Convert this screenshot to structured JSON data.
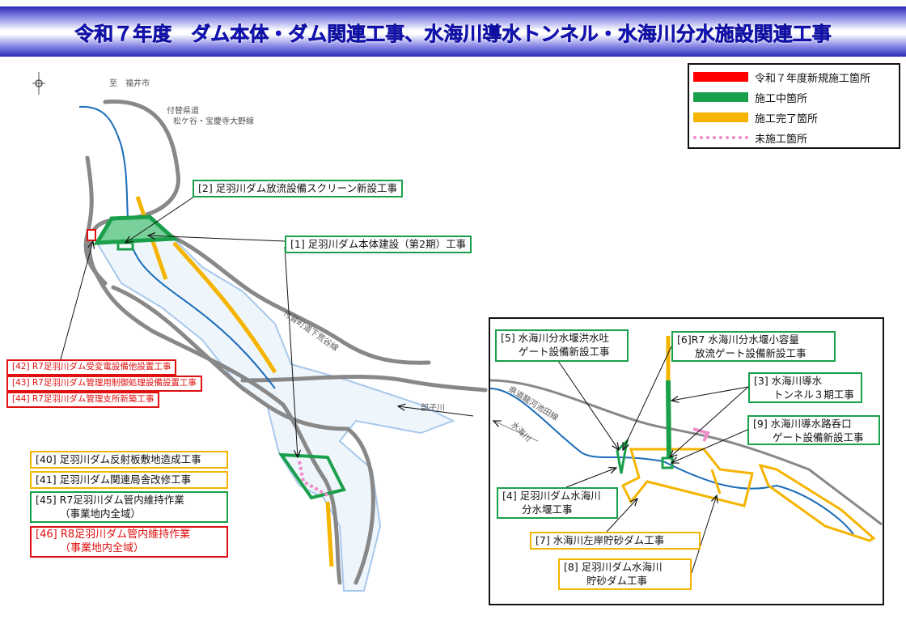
{
  "header": {
    "title": "令和７年度　ダム本体・ダム関連工事、水海川導水トンネル・水海川分水施設関連工事"
  },
  "legend": {
    "items": [
      {
        "label": "令和７年度新規施工箇所",
        "color": "#ff0000",
        "style": "solid"
      },
      {
        "label": "施工中箇所",
        "color": "#1aa04a",
        "style": "solid"
      },
      {
        "label": "施工完了箇所",
        "color": "#f4b400",
        "style": "solid"
      },
      {
        "label": "未施工箇所",
        "color": "#f08cc8",
        "style": "dotted"
      }
    ]
  },
  "map": {
    "north_icon": "compass-icon",
    "to_city": "至　福井市",
    "road_1_line1": "付替県道",
    "road_1_line2": "松ケ谷・宝慶寺大野線",
    "road_2": "付替町道下荒谷線",
    "river_1": "部子川"
  },
  "labels": {
    "l1": "[1] 足羽川ダム本体建設（第2期）工事",
    "l2": "[2] 足羽川ダム放流設備スクリーン新設工事",
    "l42": "[42] R7足羽川ダム受変電設備他設置工事",
    "l43": "[43] R7足羽川ダム管理用制御処理設備設置工事",
    "l44": "[44] R7足羽川ダム管理支所新築工事",
    "l40": "[40] 足羽川ダム反射板敷地造成工事",
    "l41": "[41] 足羽川ダム関連局舎改修工事",
    "l45_1": "[45] R7足羽川ダム管内維持作業",
    "l45_2": "（事業地内全域）",
    "l46_1": "[46] R8足羽川ダム管内維持作業",
    "l46_2": "（事業地内全域）"
  },
  "inset": {
    "road": "県道龍河池田線",
    "river": "水海川",
    "l5_1": "[5] 水海川分水堰洪水吐",
    "l5_2": "ゲート設備新設工事",
    "l6_1": "[6]R7 水海川分水堰小容量",
    "l6_2": "放流ゲート設備新設工事",
    "l3_1": "[3] 水海川導水",
    "l3_2": "トンネル３期工事",
    "l9_1": "[9] 水海川導水路呑口",
    "l9_2": "ゲート設備新設工事",
    "l4_1": "[4] 足羽川ダム水海川",
    "l4_2": "分水堰工事",
    "l7": "[7] 水海川左岸貯砂ダム工事",
    "l8_1": "[8] 足羽川ダム水海川",
    "l8_2": "貯砂ダム工事"
  }
}
